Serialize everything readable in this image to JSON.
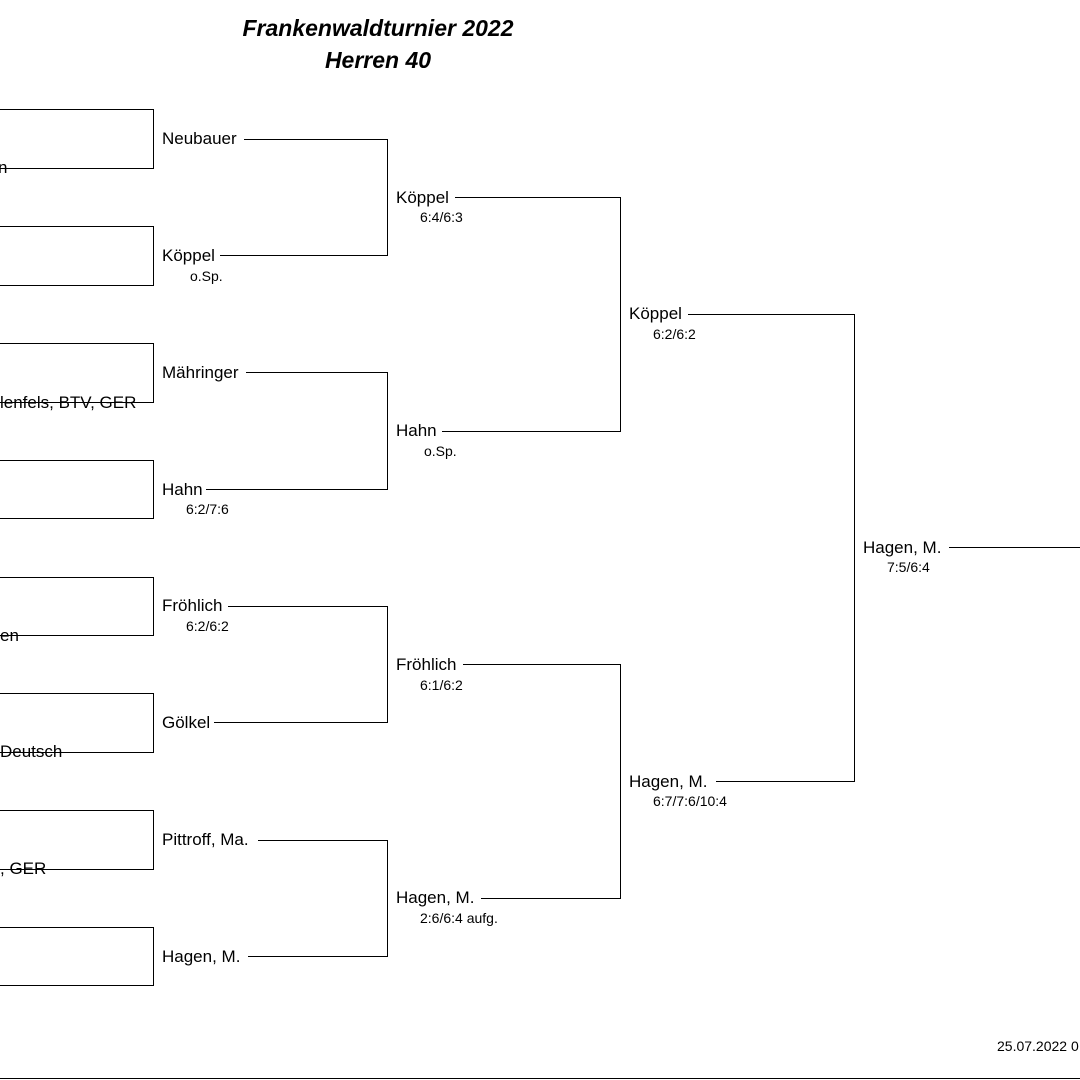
{
  "header": {
    "title": "Frankenwaldturnier 2022",
    "subtitle": "Herren 40"
  },
  "round1_clipped": [
    "n",
    "lenfels, BTV, GER",
    "en",
    "Deutsch",
    ", GER"
  ],
  "round2": [
    {
      "name": "Neubauer",
      "score": ""
    },
    {
      "name": "Köppel",
      "score": "o.Sp."
    },
    {
      "name": "Mähringer",
      "score": ""
    },
    {
      "name": "Hahn",
      "score": "6:2/7:6"
    },
    {
      "name": "Fröhlich",
      "score": "6:2/6:2"
    },
    {
      "name": "Gölkel",
      "score": ""
    },
    {
      "name": "Pittroff, Ma.",
      "score": ""
    },
    {
      "name": "Hagen, M.",
      "score": ""
    }
  ],
  "quarterfinals": [
    {
      "name": "Köppel",
      "score": "6:4/6:3"
    },
    {
      "name": "Hahn",
      "score": "o.Sp."
    },
    {
      "name": "Fröhlich",
      "score": "6:1/6:2"
    },
    {
      "name": "Hagen, M.",
      "score": "2:6/6:4 aufg."
    }
  ],
  "semifinals": [
    {
      "name": "Köppel",
      "score": "6:2/6:2"
    },
    {
      "name": "Hagen, M.",
      "score": "6:7/7:6/10:4"
    }
  ],
  "final": {
    "name": "Hagen, M.",
    "score": "7:5/6:4"
  },
  "footer": {
    "date": "25.07.2022 0"
  }
}
